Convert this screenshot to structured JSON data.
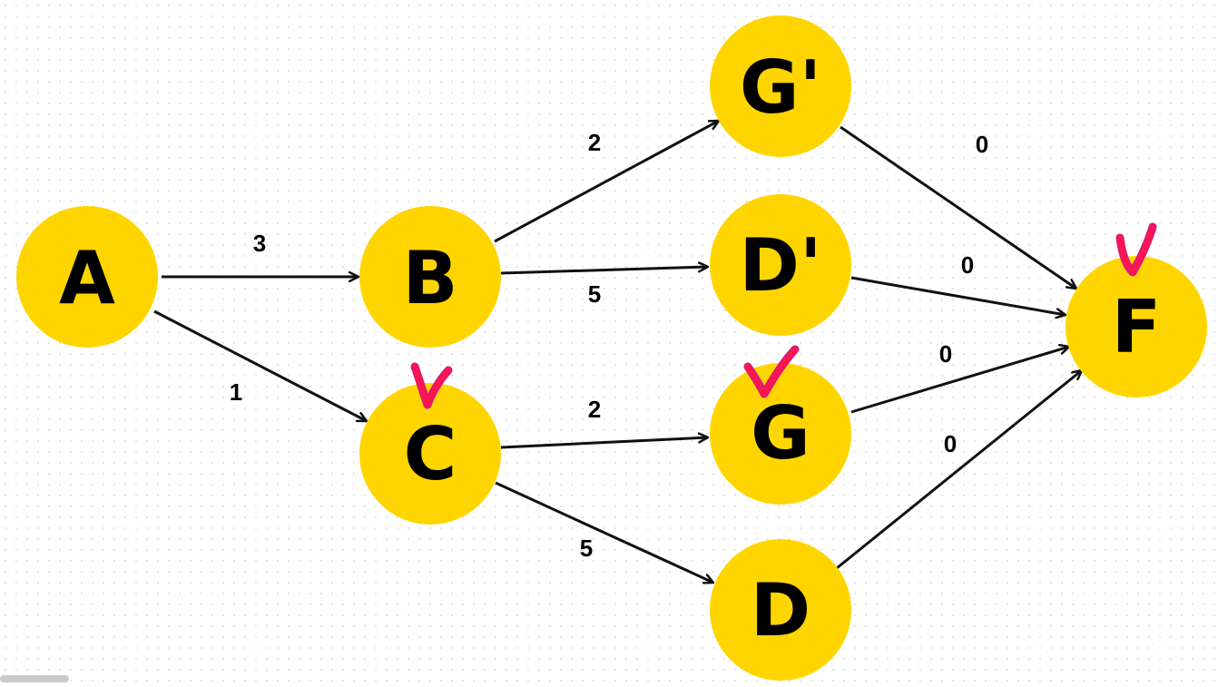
{
  "diagram": {
    "node_color": "#FFD500",
    "edge_color": "#111111",
    "check_colors": [
      "#E0157A",
      "#FF1744"
    ],
    "nodes": [
      {
        "id": "A",
        "label": "A"
      },
      {
        "id": "B",
        "label": "B"
      },
      {
        "id": "C",
        "label": "C"
      },
      {
        "id": "Gp",
        "label": "G'"
      },
      {
        "id": "Dp",
        "label": "D'"
      },
      {
        "id": "G",
        "label": "G"
      },
      {
        "id": "D",
        "label": "D"
      },
      {
        "id": "F",
        "label": "F"
      }
    ],
    "edges": [
      {
        "from": "A",
        "to": "B",
        "weight": "3"
      },
      {
        "from": "A",
        "to": "C",
        "weight": "1"
      },
      {
        "from": "B",
        "to": "Gp",
        "weight": "2"
      },
      {
        "from": "B",
        "to": "Dp",
        "weight": "5"
      },
      {
        "from": "C",
        "to": "G",
        "weight": "2"
      },
      {
        "from": "C",
        "to": "D",
        "weight": "5"
      },
      {
        "from": "Gp",
        "to": "F",
        "weight": "0"
      },
      {
        "from": "Dp",
        "to": "F",
        "weight": "0"
      },
      {
        "from": "G",
        "to": "F",
        "weight": "0"
      },
      {
        "from": "D",
        "to": "F",
        "weight": "0"
      }
    ],
    "checked_nodes": [
      "C",
      "G",
      "F"
    ]
  }
}
